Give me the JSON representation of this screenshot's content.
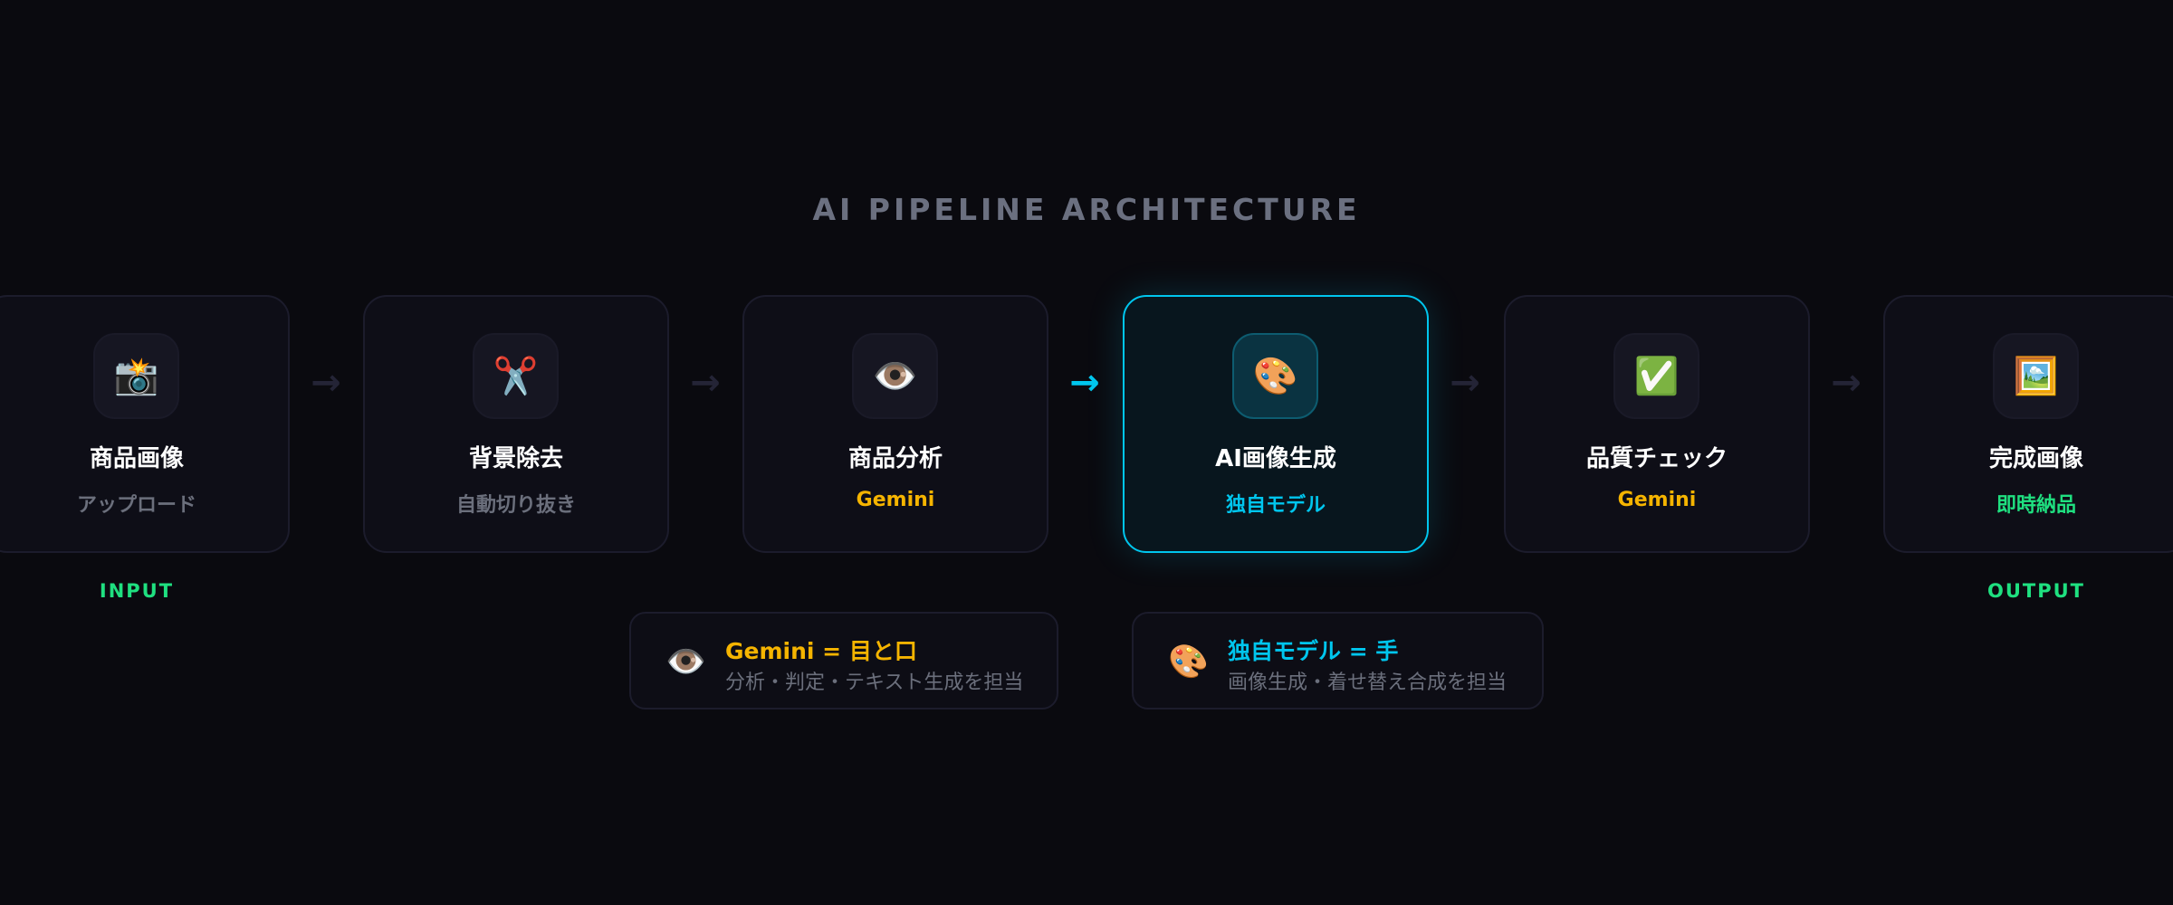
{
  "title": "AI PIPELINE ARCHITECTURE",
  "colors": {
    "background": "#0a0a0f",
    "cyan": "#00c6ee",
    "yellow": "#f5b400",
    "green": "#1fe080",
    "gray": "#6b6f7c"
  },
  "steps": [
    {
      "icon": "📸",
      "icon_name": "camera-flash-icon",
      "title": "商品画像",
      "subtitle": "アップロード",
      "subtitle_color": "#6b6f7c"
    },
    {
      "icon": "✂️",
      "icon_name": "scissors-icon",
      "title": "背景除去",
      "subtitle": "自動切り抜き",
      "subtitle_color": "#6b6f7c"
    },
    {
      "icon": "👁️",
      "icon_name": "eye-icon",
      "title": "商品分析",
      "subtitle": "Gemini",
      "subtitle_color": "#f5b400"
    },
    {
      "icon": "🎨",
      "icon_name": "palette-icon",
      "title": "AI画像生成",
      "subtitle": "独自モデル",
      "subtitle_color": "#00c6ee",
      "active": true
    },
    {
      "icon": "✅",
      "icon_name": "check-mark-icon",
      "title": "品質チェック",
      "subtitle": "Gemini",
      "subtitle_color": "#f5b400"
    },
    {
      "icon": "🖼️",
      "icon_name": "framed-picture-icon",
      "title": "完成画像",
      "subtitle": "即時納品",
      "subtitle_color": "#1fe080"
    }
  ],
  "arrow": "→",
  "input_label": "INPUT",
  "output_label": "OUTPUT",
  "legend": [
    {
      "icon": "👁️",
      "icon_name": "eye-icon",
      "title": "Gemini = 目と口",
      "subtitle": "分析・判定・テキスト生成を担当",
      "title_color": "#f5b400"
    },
    {
      "icon": "🎨",
      "icon_name": "palette-icon",
      "title": "独自モデル = 手",
      "subtitle": "画像生成・着せ替え合成を担当",
      "title_color": "#00c6ee"
    }
  ]
}
